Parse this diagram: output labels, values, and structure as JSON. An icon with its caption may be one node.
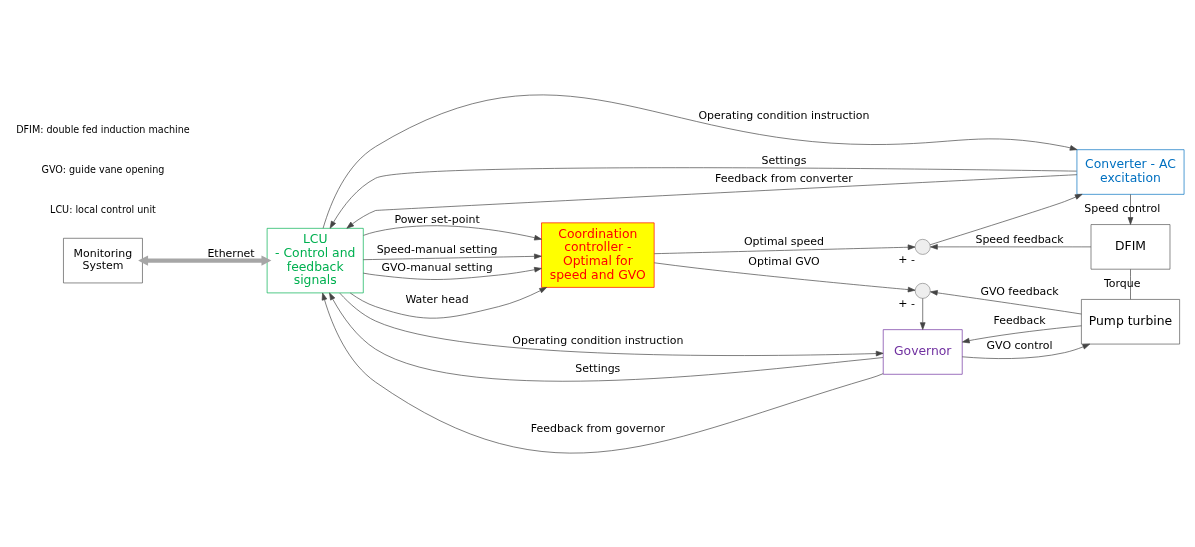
{
  "diagram": {
    "nodes": [
      {
        "text": [
          "Monitoring System"
        ]
      },
      {
        "text": [
          "LCU",
          "- Control and feedback signals"
        ]
      },
      {
        "text": [
          "Coordination controller - Optimal for speed and GVO"
        ]
      },
      {
        "text": [
          "Converter - AC excitation"
        ]
      },
      {
        "text": [],
        "shape": "circle",
        "beside": [
          "+",
          "-"
        ]
      },
      {
        "text": [],
        "shape": "circle",
        "beside": [
          "+",
          "-"
        ]
      },
      {
        "text": [
          "DFIM"
        ]
      },
      {
        "text": [
          "Governor"
        ]
      },
      {
        "text": [
          "Pump turbine"
        ]
      }
    ],
    "edges": [
      {
        "from": 0,
        "to": 1,
        "arrow": "both",
        "label": "Ethernet",
        "style": "thick",
        "color": "#a6a6a6"
      },
      {
        "from": 1,
        "to": 3,
        "arrow": "to",
        "label": "Operating condition instruction"
      },
      {
        "from": 3,
        "to": 1,
        "arrow": "to",
        "label": "Settings"
      },
      {
        "from": 3,
        "to": 1,
        "arrow": "to",
        "label": "Feedback from converter"
      },
      {
        "from": 1,
        "to": 2,
        "arrow": "to",
        "label": "Water head"
      },
      {
        "from": 1,
        "to": 2,
        "arrow": "to",
        "label": "Power set-point"
      },
      {
        "from": 1,
        "to": 2,
        "arrow": "to",
        "label": "Speed-manual setting"
      },
      {
        "from": 1,
        "to": 2,
        "arrow": "to",
        "label": "GVO-manual setting"
      },
      {
        "from": 2,
        "to": 4,
        "arrow": "to",
        "label": "Optimal speed"
      },
      {
        "from": 4,
        "to": 3,
        "arrow": "to"
      },
      {
        "from": 6,
        "to": 4,
        "arrow": "to",
        "label": "Speed feedback"
      },
      {
        "from": 3,
        "to": 6,
        "arrow": "to",
        "label": "Speed control"
      },
      {
        "from": 2,
        "to": 5,
        "arrow": "to",
        "label": "Optimal GVO"
      },
      {
        "from": 8,
        "to": 5,
        "arrow": "to",
        "label": "GVO feedback"
      },
      {
        "from": 5,
        "to": 7,
        "arrow": "to"
      },
      {
        "from": 1,
        "to": 7,
        "arrow": "to",
        "label": "Operating condition instruction"
      },
      {
        "from": 7,
        "to": 1,
        "arrow": "to",
        "label": "Settings"
      },
      {
        "from": 7,
        "to": 1,
        "arrow": "to",
        "label": "Feedback from governor"
      },
      {
        "from": 7,
        "to": 8,
        "arrow": "to",
        "label": "GVO control"
      },
      {
        "from": 8,
        "to": 7,
        "arrow": "to",
        "label": "Feedback"
      },
      {
        "from": 6,
        "to": 8,
        "arrow": "none",
        "label": "Torque"
      }
    ],
    "labels": [
      "LCU: local control unit",
      "GVO: guide vane opening",
      "DFIM: double fed induction machine"
    ]
  }
}
